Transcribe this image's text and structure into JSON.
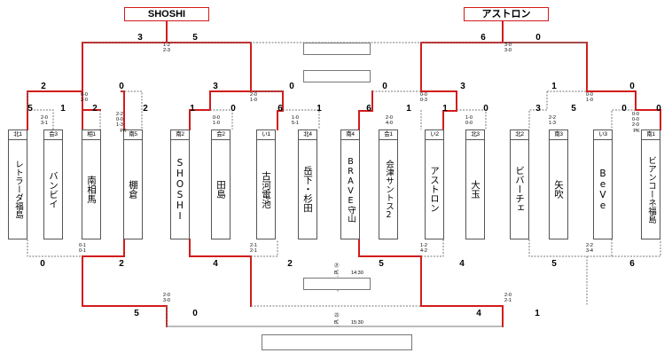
{
  "champions": [
    "SHOSHI",
    "アストロン"
  ],
  "teams": [
    {
      "tag": "北1",
      "name": "レトラーダ福島"
    },
    {
      "tag": "会3",
      "name": "バンビイ"
    },
    {
      "tag": "相1",
      "name": "南相馬"
    },
    {
      "tag": "南5",
      "name": "棚倉"
    },
    {
      "tag": "南2",
      "name": "SHOSHI"
    },
    {
      "tag": "会2",
      "name": "田島"
    },
    {
      "tag": "い1",
      "name": "古河電池"
    },
    {
      "tag": "北4",
      "name": "岳下・杉田"
    },
    {
      "tag": "南4",
      "name": "BRAVE守山"
    },
    {
      "tag": "会1",
      "name": "会津サントス2"
    },
    {
      "tag": "い2",
      "name": "アストロン"
    },
    {
      "tag": "北3",
      "name": "大玉"
    },
    {
      "tag": "北2",
      "name": "ビバーチェ"
    },
    {
      "tag": "南3",
      "name": "矢吹"
    },
    {
      "tag": "い3",
      "name": "BeVe"
    },
    {
      "tag": "南1",
      "name": "ビアンコーネ福島"
    }
  ],
  "r1_scores": [
    "5",
    "1",
    "2",
    "2",
    "1",
    "0",
    "6",
    "1",
    "6",
    "1",
    "1",
    "0",
    "3",
    "5",
    "0",
    "0"
  ],
  "r1_details": [
    "2-0\n3-1",
    "2-2\n0-0\n1-3",
    "0-0\n1-0",
    "1-0\n5-1",
    "2-0\n4-0",
    "1-0\n0-0",
    "2-2\n1-3",
    "0-0\n0-0\n2-0"
  ],
  "pk_labels": [
    "PK",
    "PK"
  ],
  "r2_scores": [
    "2",
    "0",
    "3",
    "0",
    "0",
    "3",
    "1",
    "0"
  ],
  "r2_details": [
    "0-0\n2-0",
    "2-0\n1-0",
    "0-0\n0-3",
    "0-0\n1-0"
  ],
  "top_scores": [
    "3",
    "5",
    "6",
    "0"
  ],
  "top_details": [
    "1-2\n2-3",
    "3-0\n3-0"
  ],
  "cons_upper_scores": [
    "0",
    "2",
    "4",
    "2",
    "5",
    "4",
    "5",
    "6"
  ],
  "cons_upper_details": [
    "0-1\n0-1",
    "2-1\n2-1",
    "1-2\n4-2",
    "2-2\n3-4"
  ],
  "cons_final_scores": [
    "5",
    "0",
    "4",
    "1"
  ],
  "cons_final_details": [
    "2-0\n3-0",
    "2-0\n2-1"
  ],
  "match_21": {
    "num": "㉑",
    "venue": "B",
    "time": "14:30"
  },
  "match_22": {
    "num": "㉒",
    "venue": "B",
    "time": "15:30"
  }
}
